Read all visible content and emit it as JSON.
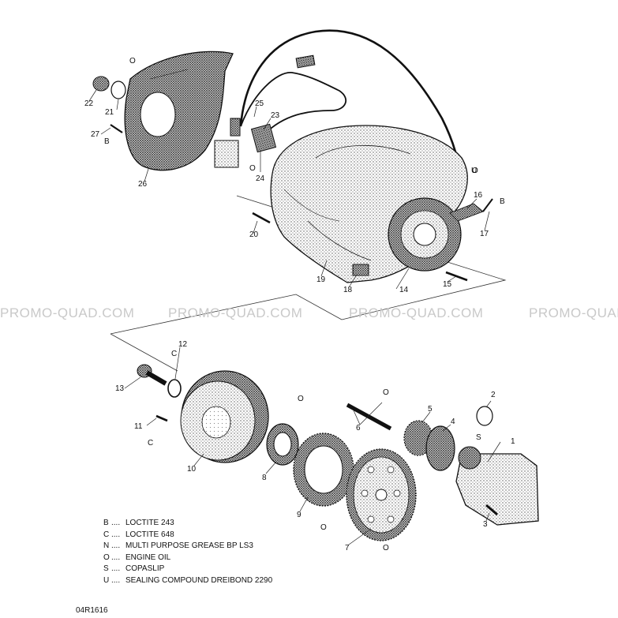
{
  "watermark": "PROMO-QUAD.COM",
  "drawing_ref": "04R1616",
  "callouts": [
    "1",
    "2",
    "3",
    "4",
    "5",
    "6",
    "7",
    "8",
    "9",
    "10",
    "11",
    "12",
    "13",
    "14",
    "15",
    "16",
    "17",
    "19",
    "18",
    "20",
    "21",
    "22",
    "23",
    "24",
    "25",
    "26",
    "27"
  ],
  "symbols": {
    "o1": "O",
    "o2": "O",
    "b1": "B",
    "o3": "O",
    "u1": "U",
    "b2": "B",
    "c1": "C",
    "c2": "C",
    "o4": "O",
    "o5": "O",
    "s1": "S",
    "o6": "O",
    "o7": "O"
  },
  "legend": [
    {
      "code": "B",
      "sep": "....",
      "text": "LOCTITE 243"
    },
    {
      "code": "C",
      "sep": "....",
      "text": "LOCTITE 648"
    },
    {
      "code": "N",
      "sep": "....",
      "text": "MULTI PURPOSE GREASE BP LS3"
    },
    {
      "code": "O",
      "sep": "....",
      "text": "ENGINE OIL"
    },
    {
      "code": "S",
      "sep": "....",
      "text": "COPASLIP"
    },
    {
      "code": "U",
      "sep": "....",
      "text": "SEALING COMPOUND DREIBOND 2290"
    }
  ]
}
